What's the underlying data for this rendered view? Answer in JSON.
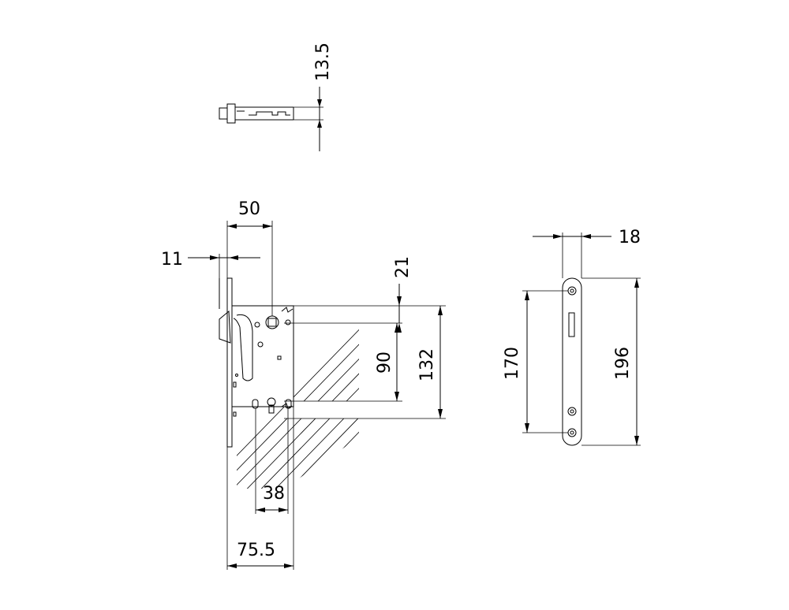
{
  "dimensions": {
    "cylinder_height": "13.5",
    "backset": "50",
    "faceplate_thickness": "11",
    "follower_to_latch": "21",
    "follower_to_keyhole": "90",
    "total_height_inner": "132",
    "keyhole_spacing": "38",
    "case_depth": "75.5",
    "strike_width": "18",
    "strike_screw_spacing": "170",
    "strike_height": "196"
  },
  "colors": {
    "line": "#000000",
    "background": "#ffffff"
  }
}
